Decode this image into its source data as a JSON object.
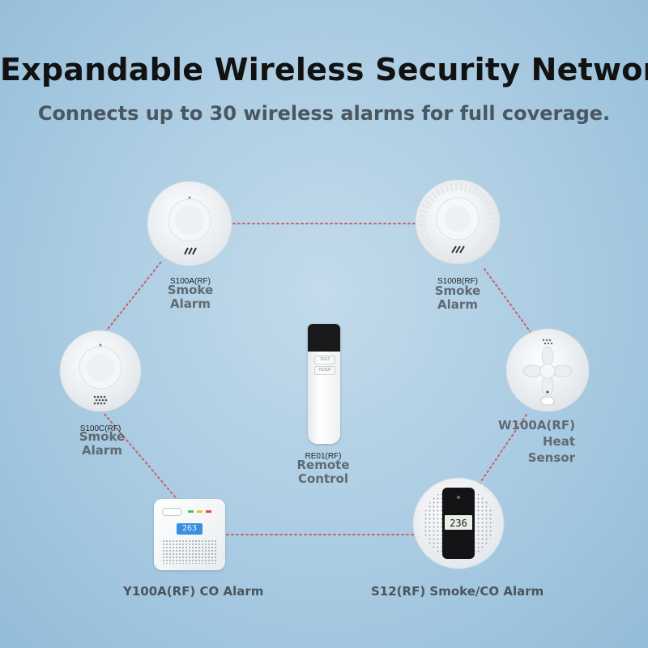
{
  "header": {
    "title": "Expandable Wireless Security Network",
    "subtitle": "Connects up to 30 wireless alarms for full coverage."
  },
  "devices": {
    "s100a": {
      "model": "S100A(RF)",
      "name_line1": "Smoke",
      "name_line2": "Alarm"
    },
    "s100b": {
      "model": "S100B(RF)",
      "name_line1": "Smoke",
      "name_line2": "Alarm"
    },
    "s100c": {
      "model": "S100C(RF)",
      "name_line1": "Smoke",
      "name_line2": "Alarm"
    },
    "re01": {
      "model": "RE01(RF)",
      "name_line1": "Remote",
      "name_line2": "Control",
      "button_top": "TEST",
      "button_bottom": "HUSH"
    },
    "w100a": {
      "name_line1": "W100A(RF)",
      "name_line2": "Heat",
      "name_line3": "Sensor"
    },
    "y100a": {
      "caption": "Y100A(RF) CO Alarm",
      "display": "263"
    },
    "s12": {
      "caption": "S12(RF) Smoke/CO Alarm",
      "display": "236"
    }
  },
  "colors": {
    "link_line": "#c8606a",
    "title": "#121212",
    "subtitle": "#4a5660"
  }
}
